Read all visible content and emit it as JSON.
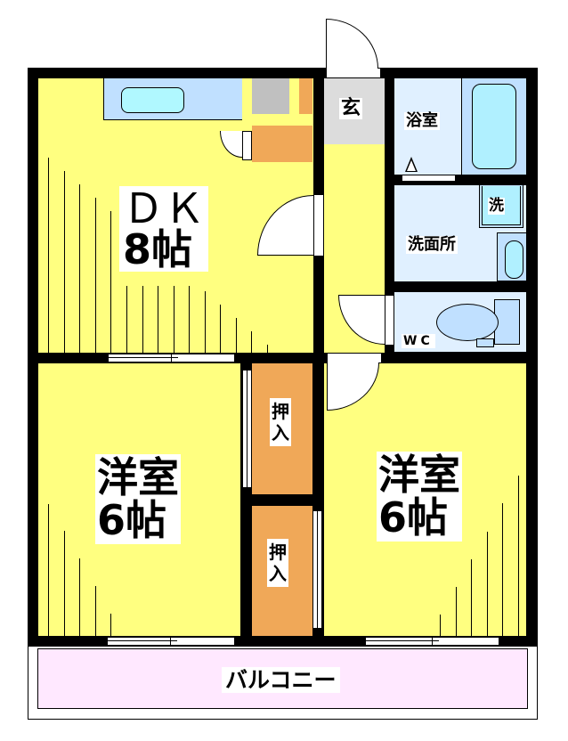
{
  "floorplan": {
    "colors": {
      "wall": "#000000",
      "room_yellow": "#FFFF80",
      "storage_orange": "#F0A858",
      "genkan_gray": "#DCDCDC",
      "storage_gray": "#C0C0C0",
      "wet_blue": "#E0F0FF",
      "fixture_blue": "#C0E0FF",
      "fixture_cyan": "#B0F0FF",
      "balcony_pink": "#FFE8FF"
    },
    "rooms": {
      "dk": {
        "line1": "ＤＫ",
        "line2": "8帖"
      },
      "genkan": {
        "label": "玄"
      },
      "bath": {
        "label": "浴室"
      },
      "washroom": {
        "label": "洗面所",
        "washer_label": "洗"
      },
      "wc": {
        "label": "WC"
      },
      "western_left": {
        "line1": "洋室",
        "line2": "6帖"
      },
      "western_right": {
        "line1": "洋室",
        "line2": "6帖"
      },
      "closet_upper": {
        "label": "押\n入"
      },
      "closet_lower": {
        "label": "押\n入"
      },
      "balcony": {
        "label": "バルコニー"
      }
    }
  }
}
